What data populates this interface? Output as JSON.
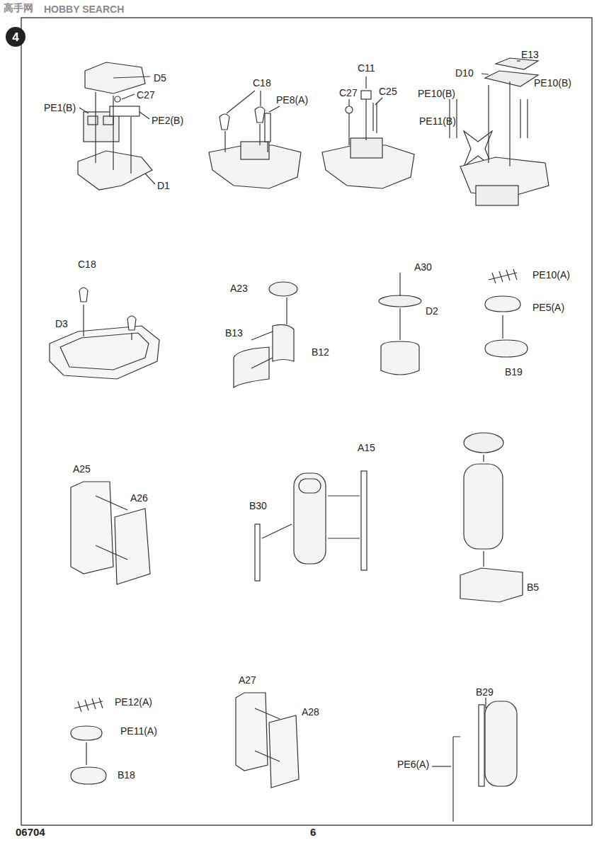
{
  "diagram": {
    "labels": [
      "高手网",
      "HOBBY SEARCH",
      "4",
      "D5",
      "C27",
      "PE1(B)",
      "PE2(B)",
      "D1",
      "C18",
      "PE8(A)",
      "C11",
      "C27",
      "C25",
      "E13",
      "D10",
      "PE10(B)",
      "PE10(B)",
      "PE11(B)",
      "C18",
      "D3",
      "A23",
      "B13",
      "B12",
      "A30",
      "D2",
      "PE10(A)",
      "PE5(A)",
      "B19",
      "A25",
      "A26",
      "A15",
      "B30",
      "B5",
      "PE12(A)",
      "PE11(A)",
      "B18",
      "A27",
      "A28",
      "B29",
      "PE6(A)",
      "06704",
      "6"
    ]
  }
}
